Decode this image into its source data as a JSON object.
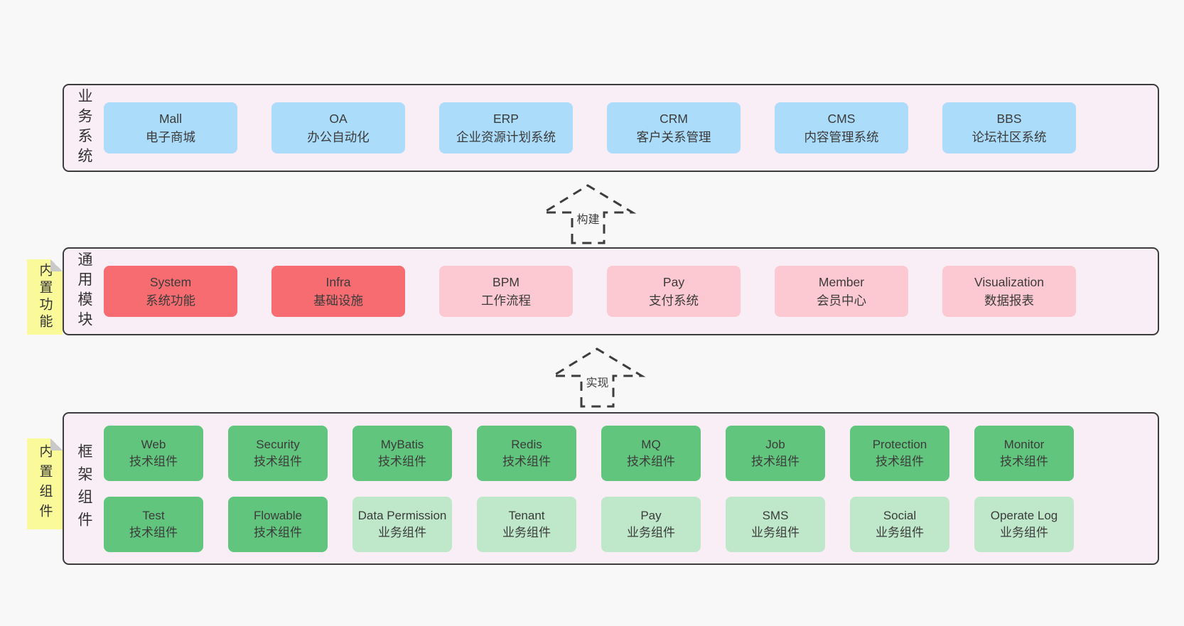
{
  "colors": {
    "page_bg": "#f8f8f8",
    "band_bg": "#f9eef6",
    "band_border": "#3c3c3c",
    "business_system_box": "#abdcfa",
    "core_module_box": "#f66c70",
    "module_box": "#fcc8d2",
    "tech_component_box": "#62c57e",
    "biz_component_box": "#bfe7ca",
    "sticky_note": "#fafa9b",
    "sticky_fold": "#c9c9c9",
    "text": "#3b3b3b"
  },
  "bands": [
    {
      "label": "业务系统",
      "boxes": [
        {
          "name": "Mall",
          "subtitle": "电子商城"
        },
        {
          "name": "OA",
          "subtitle": "办公自动化"
        },
        {
          "name": "ERP",
          "subtitle": "企业资源计划系统"
        },
        {
          "name": "CRM",
          "subtitle": "客户关系管理"
        },
        {
          "name": "CMS",
          "subtitle": "内容管理系统"
        },
        {
          "name": "BBS",
          "subtitle": "论坛社区系统"
        }
      ]
    },
    {
      "label": "通用模块",
      "sticky": "内置功能",
      "boxes": [
        {
          "name": "System",
          "subtitle": "系统功能"
        },
        {
          "name": "Infra",
          "subtitle": "基础设施"
        },
        {
          "name": "BPM",
          "subtitle": "工作流程"
        },
        {
          "name": "Pay",
          "subtitle": "支付系统"
        },
        {
          "name": "Member",
          "subtitle": "会员中心"
        },
        {
          "name": "Visualization",
          "subtitle": "数据报表"
        }
      ]
    },
    {
      "label": "框架组件",
      "sticky": "内置组件",
      "rows": [
        [
          {
            "name": "Web",
            "subtitle": "技术组件"
          },
          {
            "name": "Security",
            "subtitle": "技术组件"
          },
          {
            "name": "MyBatis",
            "subtitle": "技术组件"
          },
          {
            "name": "Redis",
            "subtitle": "技术组件"
          },
          {
            "name": "MQ",
            "subtitle": "技术组件"
          },
          {
            "name": "Job",
            "subtitle": "技术组件"
          },
          {
            "name": "Protection",
            "subtitle": "技术组件"
          },
          {
            "name": "Monitor",
            "subtitle": "技术组件"
          }
        ],
        [
          {
            "name": "Test",
            "subtitle": "技术组件"
          },
          {
            "name": "Flowable",
            "subtitle": "技术组件"
          },
          {
            "name": "Data Permission",
            "subtitle": "业务组件"
          },
          {
            "name": "Tenant",
            "subtitle": "业务组件"
          },
          {
            "name": "Pay",
            "subtitle": "业务组件"
          },
          {
            "name": "SMS",
            "subtitle": "业务组件"
          },
          {
            "name": "Social",
            "subtitle": "业务组件"
          },
          {
            "name": "Operate Log",
            "subtitle": "业务组件"
          }
        ]
      ]
    }
  ],
  "arrows": [
    {
      "label": "构建"
    },
    {
      "label": "实现"
    }
  ]
}
